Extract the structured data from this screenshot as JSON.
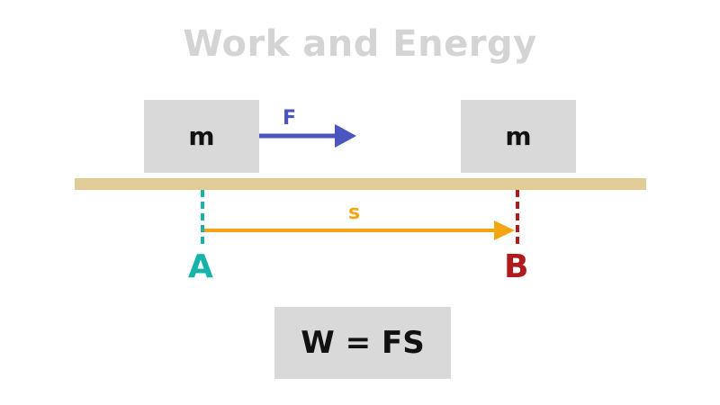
{
  "title": "Work and Energy",
  "block_left_label": "m",
  "block_right_label": "m",
  "force_label": "F",
  "displacement_label": "s",
  "point_a_label": "A",
  "point_b_label": "B",
  "formula": "W = FS",
  "colors": {
    "title": "#d4d4d4",
    "block": "#d9d9d9",
    "ground": "#e1cc98",
    "force": "#4a55c0",
    "displacement": "#f3a614",
    "point_a": "#17b3a8",
    "point_b": "#b01c1c"
  }
}
